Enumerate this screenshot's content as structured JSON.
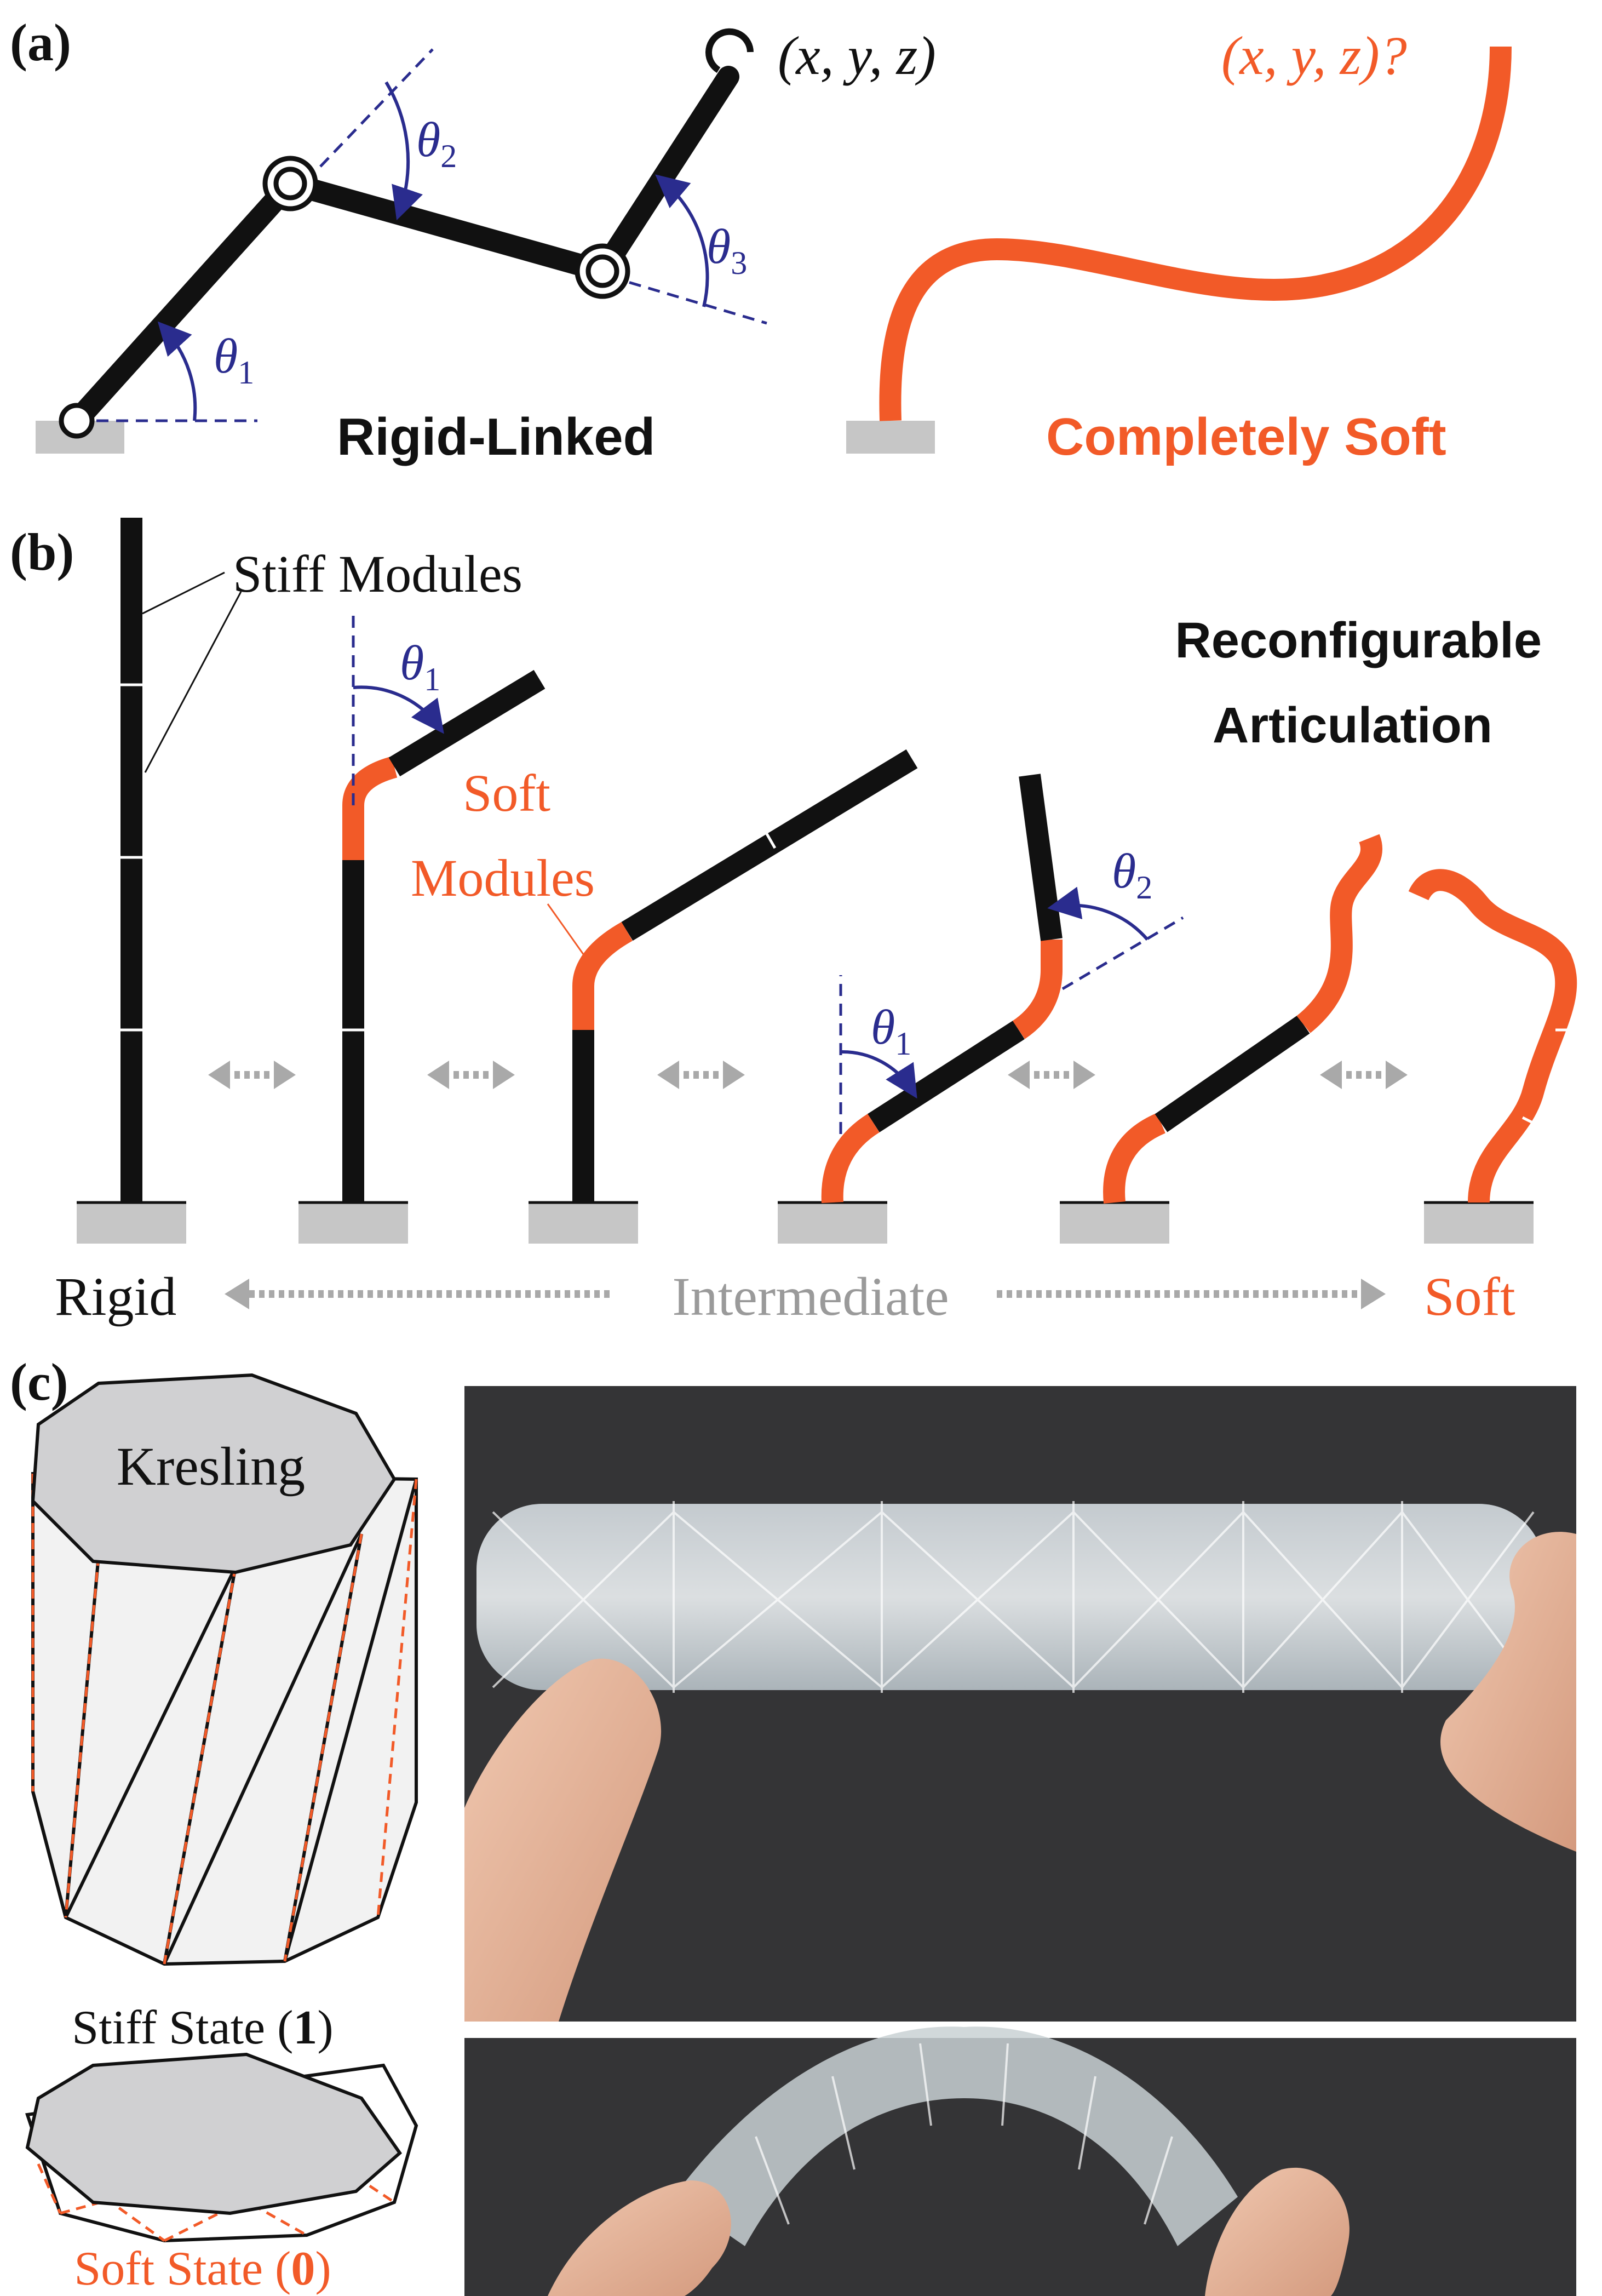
{
  "colors": {
    "black": "#111111",
    "soft": "#f25a28",
    "angle": "#2a2c8e",
    "ground": "#c6c6c6",
    "arrow": "#a9a9a9",
    "gray_text": "#9a9a9a",
    "photo_bg": "#343436",
    "kresling_face": "#d0d0d2",
    "kresling_side": "#f2f2f2"
  },
  "panel_a": {
    "label": "(a)",
    "rigid_title": "Rigid-Linked",
    "soft_title": "Completely Soft",
    "endpoint_rigid": "(x, y, z)",
    "endpoint_soft": "(x, y, z)?",
    "theta_symbol": "θ",
    "theta1_sub": "1",
    "theta2_sub": "2",
    "theta3_sub": "3"
  },
  "panel_b": {
    "label": "(b)",
    "stiff_modules": "Stiff Modules",
    "soft_modules_line1": "Soft",
    "soft_modules_line2": "Modules",
    "title_line1": "Reconfigurable",
    "title_line2": "Articulation",
    "theta_symbol": "θ",
    "theta1_sub": "1",
    "theta2_sub": "2",
    "scale_left": "Rigid",
    "scale_mid": "Intermediate",
    "scale_right": "Soft"
  },
  "panel_c": {
    "label": "(c)",
    "kresling": "Kresling",
    "stiff_state_prefix": "Stiff State (",
    "stiff_state_value": "1",
    "stiff_state_suffix": ")",
    "soft_state_prefix": "Soft State (",
    "soft_state_value": "0",
    "soft_state_suffix": ")"
  },
  "icons": {
    "joint": "revolute-joint-icon",
    "gripper": "gripper-icon",
    "double_arrow": "dotted-double-arrow-icon"
  }
}
